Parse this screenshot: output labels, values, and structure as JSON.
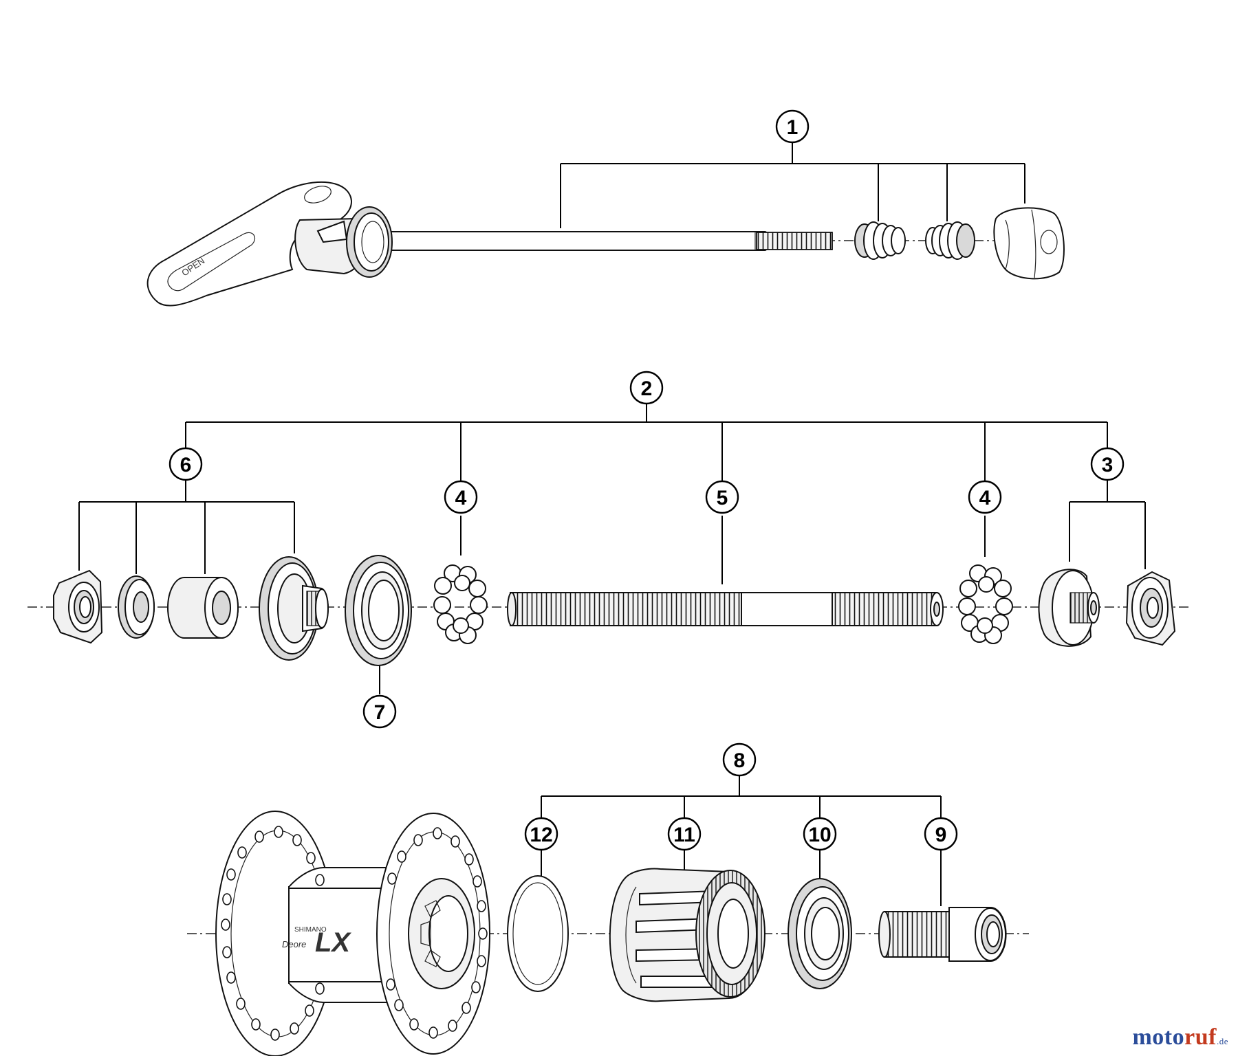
{
  "callouts": {
    "c1": "1",
    "c2": "2",
    "c3": "3",
    "c4a": "4",
    "c4b": "4",
    "c5": "5",
    "c6": "6",
    "c7": "7",
    "c8": "8",
    "c9": "9",
    "c10": "10",
    "c11": "11",
    "c12": "12"
  },
  "hub_logo": {
    "maker": "SHIMANO",
    "series": "Deore",
    "model": "LX"
  },
  "lever_marking": "OPEN",
  "watermark": {
    "part1": "moto",
    "part2": "ruf",
    "suffix": ".de"
  }
}
